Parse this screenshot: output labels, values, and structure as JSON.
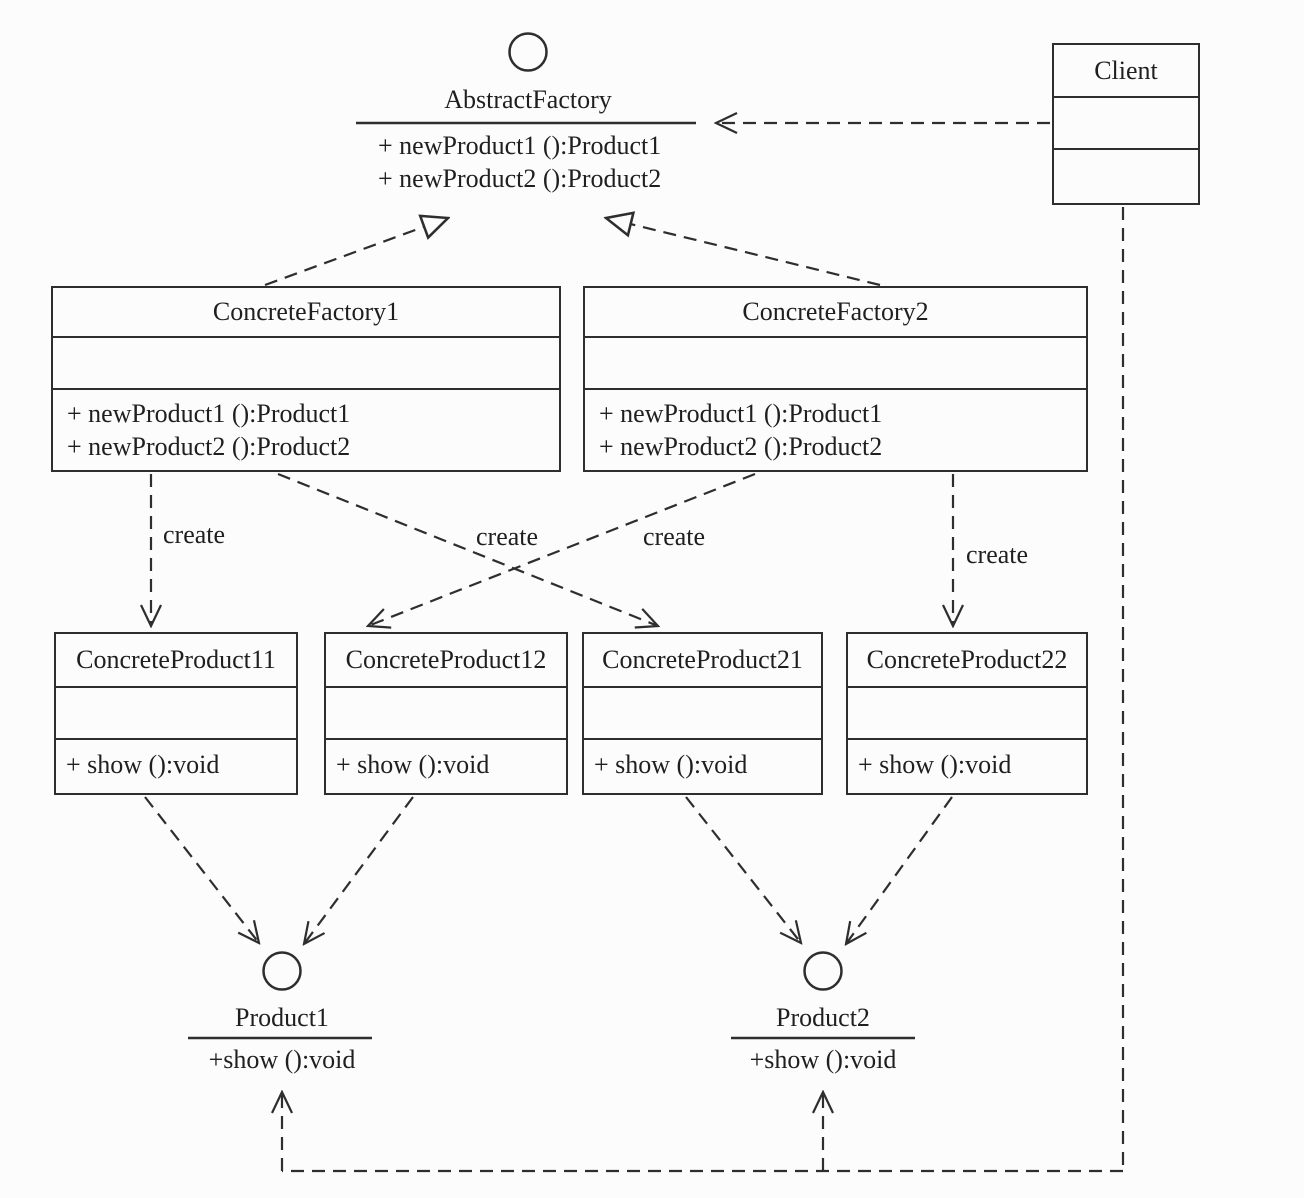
{
  "interfaces": {
    "abstract_factory": {
      "name": "AbstractFactory",
      "methods": [
        "+ newProduct1 ():Product1",
        "+ newProduct2 ():Product2"
      ]
    },
    "product1": {
      "name": "Product1",
      "method": "+show ():void"
    },
    "product2": {
      "name": "Product2",
      "method": "+show ():void"
    }
  },
  "classes": {
    "client": {
      "name": "Client"
    },
    "concrete_factory1": {
      "name": "ConcreteFactory1",
      "methods": [
        "+ newProduct1 ():Product1",
        "+ newProduct2 ():Product2"
      ]
    },
    "concrete_factory2": {
      "name": "ConcreteFactory2",
      "methods": [
        "+ newProduct1 ():Product1",
        "+ newProduct2 ():Product2"
      ]
    },
    "concrete_product11": {
      "name": "ConcreteProduct11",
      "method": "+ show ():void"
    },
    "concrete_product12": {
      "name": "ConcreteProduct12",
      "method": "+ show ():void"
    },
    "concrete_product21": {
      "name": "ConcreteProduct21",
      "method": "+ show ():void"
    },
    "concrete_product22": {
      "name": "ConcreteProduct22",
      "method": "+ show ():void"
    }
  },
  "labels": {
    "create": "create"
  },
  "colors": {
    "line": "#2e2e2e",
    "text": "#1f1f1f",
    "background": "#fcfcfc"
  }
}
